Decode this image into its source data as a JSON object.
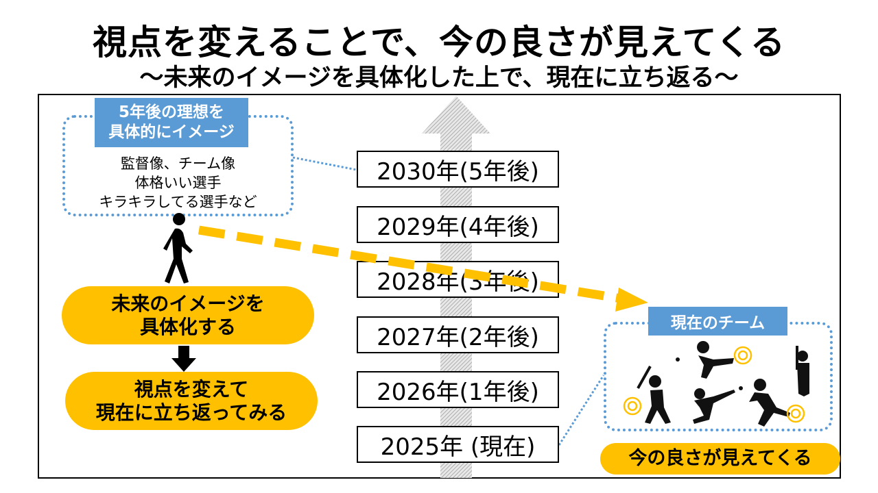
{
  "title": "視点を変えることで、今の良さが見えてくる",
  "subtitle": "～未来のイメージを具体化した上で、現在に立ち返る～",
  "timeline": [
    {
      "label": "2030年(5年後)"
    },
    {
      "label": "2029年(4年後)"
    },
    {
      "label": "2028年(3年後)"
    },
    {
      "label": "2027年(2年後)"
    },
    {
      "label": "2026年(1年後)"
    },
    {
      "label": "2025年 (現在)"
    }
  ],
  "ideal_box": {
    "label_line1": "5年後の理想を",
    "label_line2": "具体的にイメージ",
    "items": [
      "監督像、チーム像",
      "体格いい選手",
      "キラキラしてる選手など"
    ]
  },
  "steps": [
    {
      "line1": "未来のイメージを",
      "line2": "具体化する"
    },
    {
      "line1": "視点を変えて",
      "line2": "現在に立ち返ってみる"
    }
  ],
  "current_team": {
    "label": "現在のチーム"
  },
  "result": "今の良さが見えてくる",
  "colors": {
    "accent_yellow": "#ffc000",
    "label_blue": "#5b9bd5"
  }
}
